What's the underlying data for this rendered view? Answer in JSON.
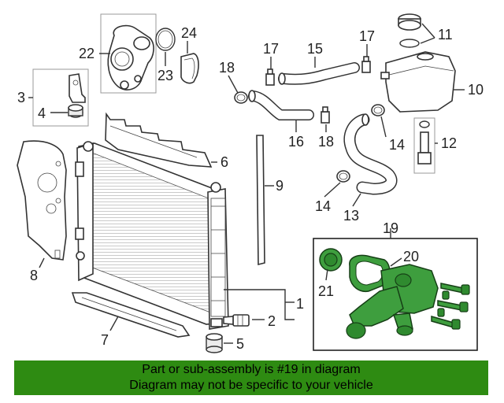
{
  "callouts": {
    "c1": "1",
    "c2": "2",
    "c3": "3",
    "c4": "4",
    "c5": "5",
    "c6": "6",
    "c7": "7",
    "c8": "8",
    "c9": "9",
    "c10": "10",
    "c11": "11",
    "c12": "12",
    "c13": "13",
    "c14a": "14",
    "c14b": "14",
    "c15": "15",
    "c16": "16",
    "c17a": "17",
    "c17b": "17",
    "c18a": "18",
    "c18b": "18",
    "c19": "19",
    "c20": "20",
    "c21": "21",
    "c22": "22",
    "c23": "23",
    "c24": "24"
  },
  "banner": {
    "line1": "Part or sub-assembly is #19 in diagram",
    "line2": "Diagram may not be specific to your vehicle"
  },
  "colors": {
    "highlight": "#3e9e3e",
    "banner_bg": "#2e8b12"
  }
}
